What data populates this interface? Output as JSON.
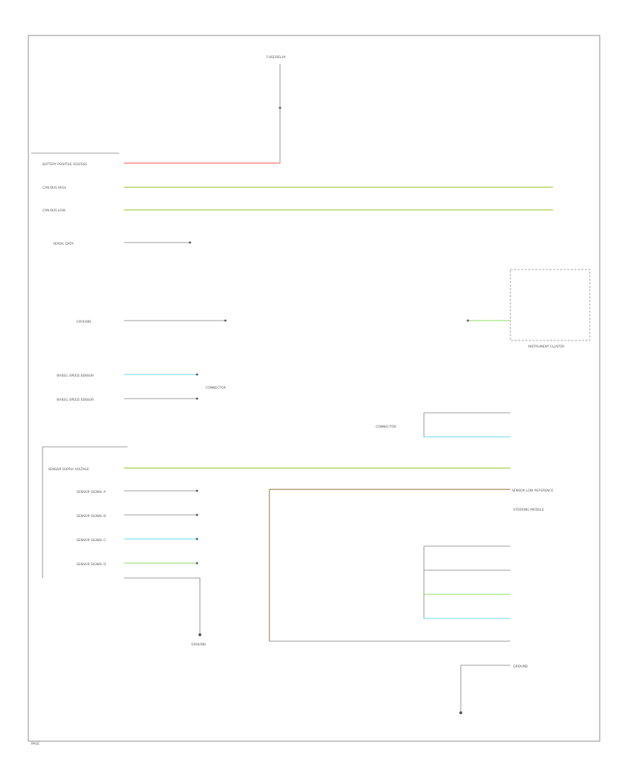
{
  "colors": {
    "power": "#ff6b6b",
    "can_green": "#9ccc3c",
    "sensor_cyan": "#7fe0f0",
    "sensor_green": "#9fe07a",
    "ground": "#555555",
    "brown": "#a08850",
    "frame": "#888888"
  },
  "labels": {
    "fuse_box": "FUSE/RELAY",
    "battery": "BATTERY POSITIVE VOLTAGE",
    "can_high": "CAN BUS HIGH",
    "can_low": "CAN BUS LOW",
    "serial": "SERIAL DATA",
    "ground1": "GROUND",
    "ground_left": "GROUND",
    "ground_right": "GROUND",
    "wheel_sensor_l1": "WHEEL SPEED SENSOR",
    "wheel_sensor_l2": "WHEEL SPEED SENSOR",
    "connector_left": "CONNECTOR",
    "connector_right": "CONNECTOR",
    "steering_module": "STEERING MODULE",
    "instrument_cluster": "INSTRUMENT CLUSTER",
    "sensor_supply": "SENSOR SUPPLY VOLTAGE",
    "sensor_ref": "SENSOR LOW REFERENCE",
    "sensor_a": "SENSOR SIGNAL A",
    "sensor_b": "SENSOR SIGNAL B",
    "sensor_c": "SENSOR SIGNAL C",
    "sensor_d": "SENSOR SIGNAL D",
    "page_ref": "PAGE"
  }
}
